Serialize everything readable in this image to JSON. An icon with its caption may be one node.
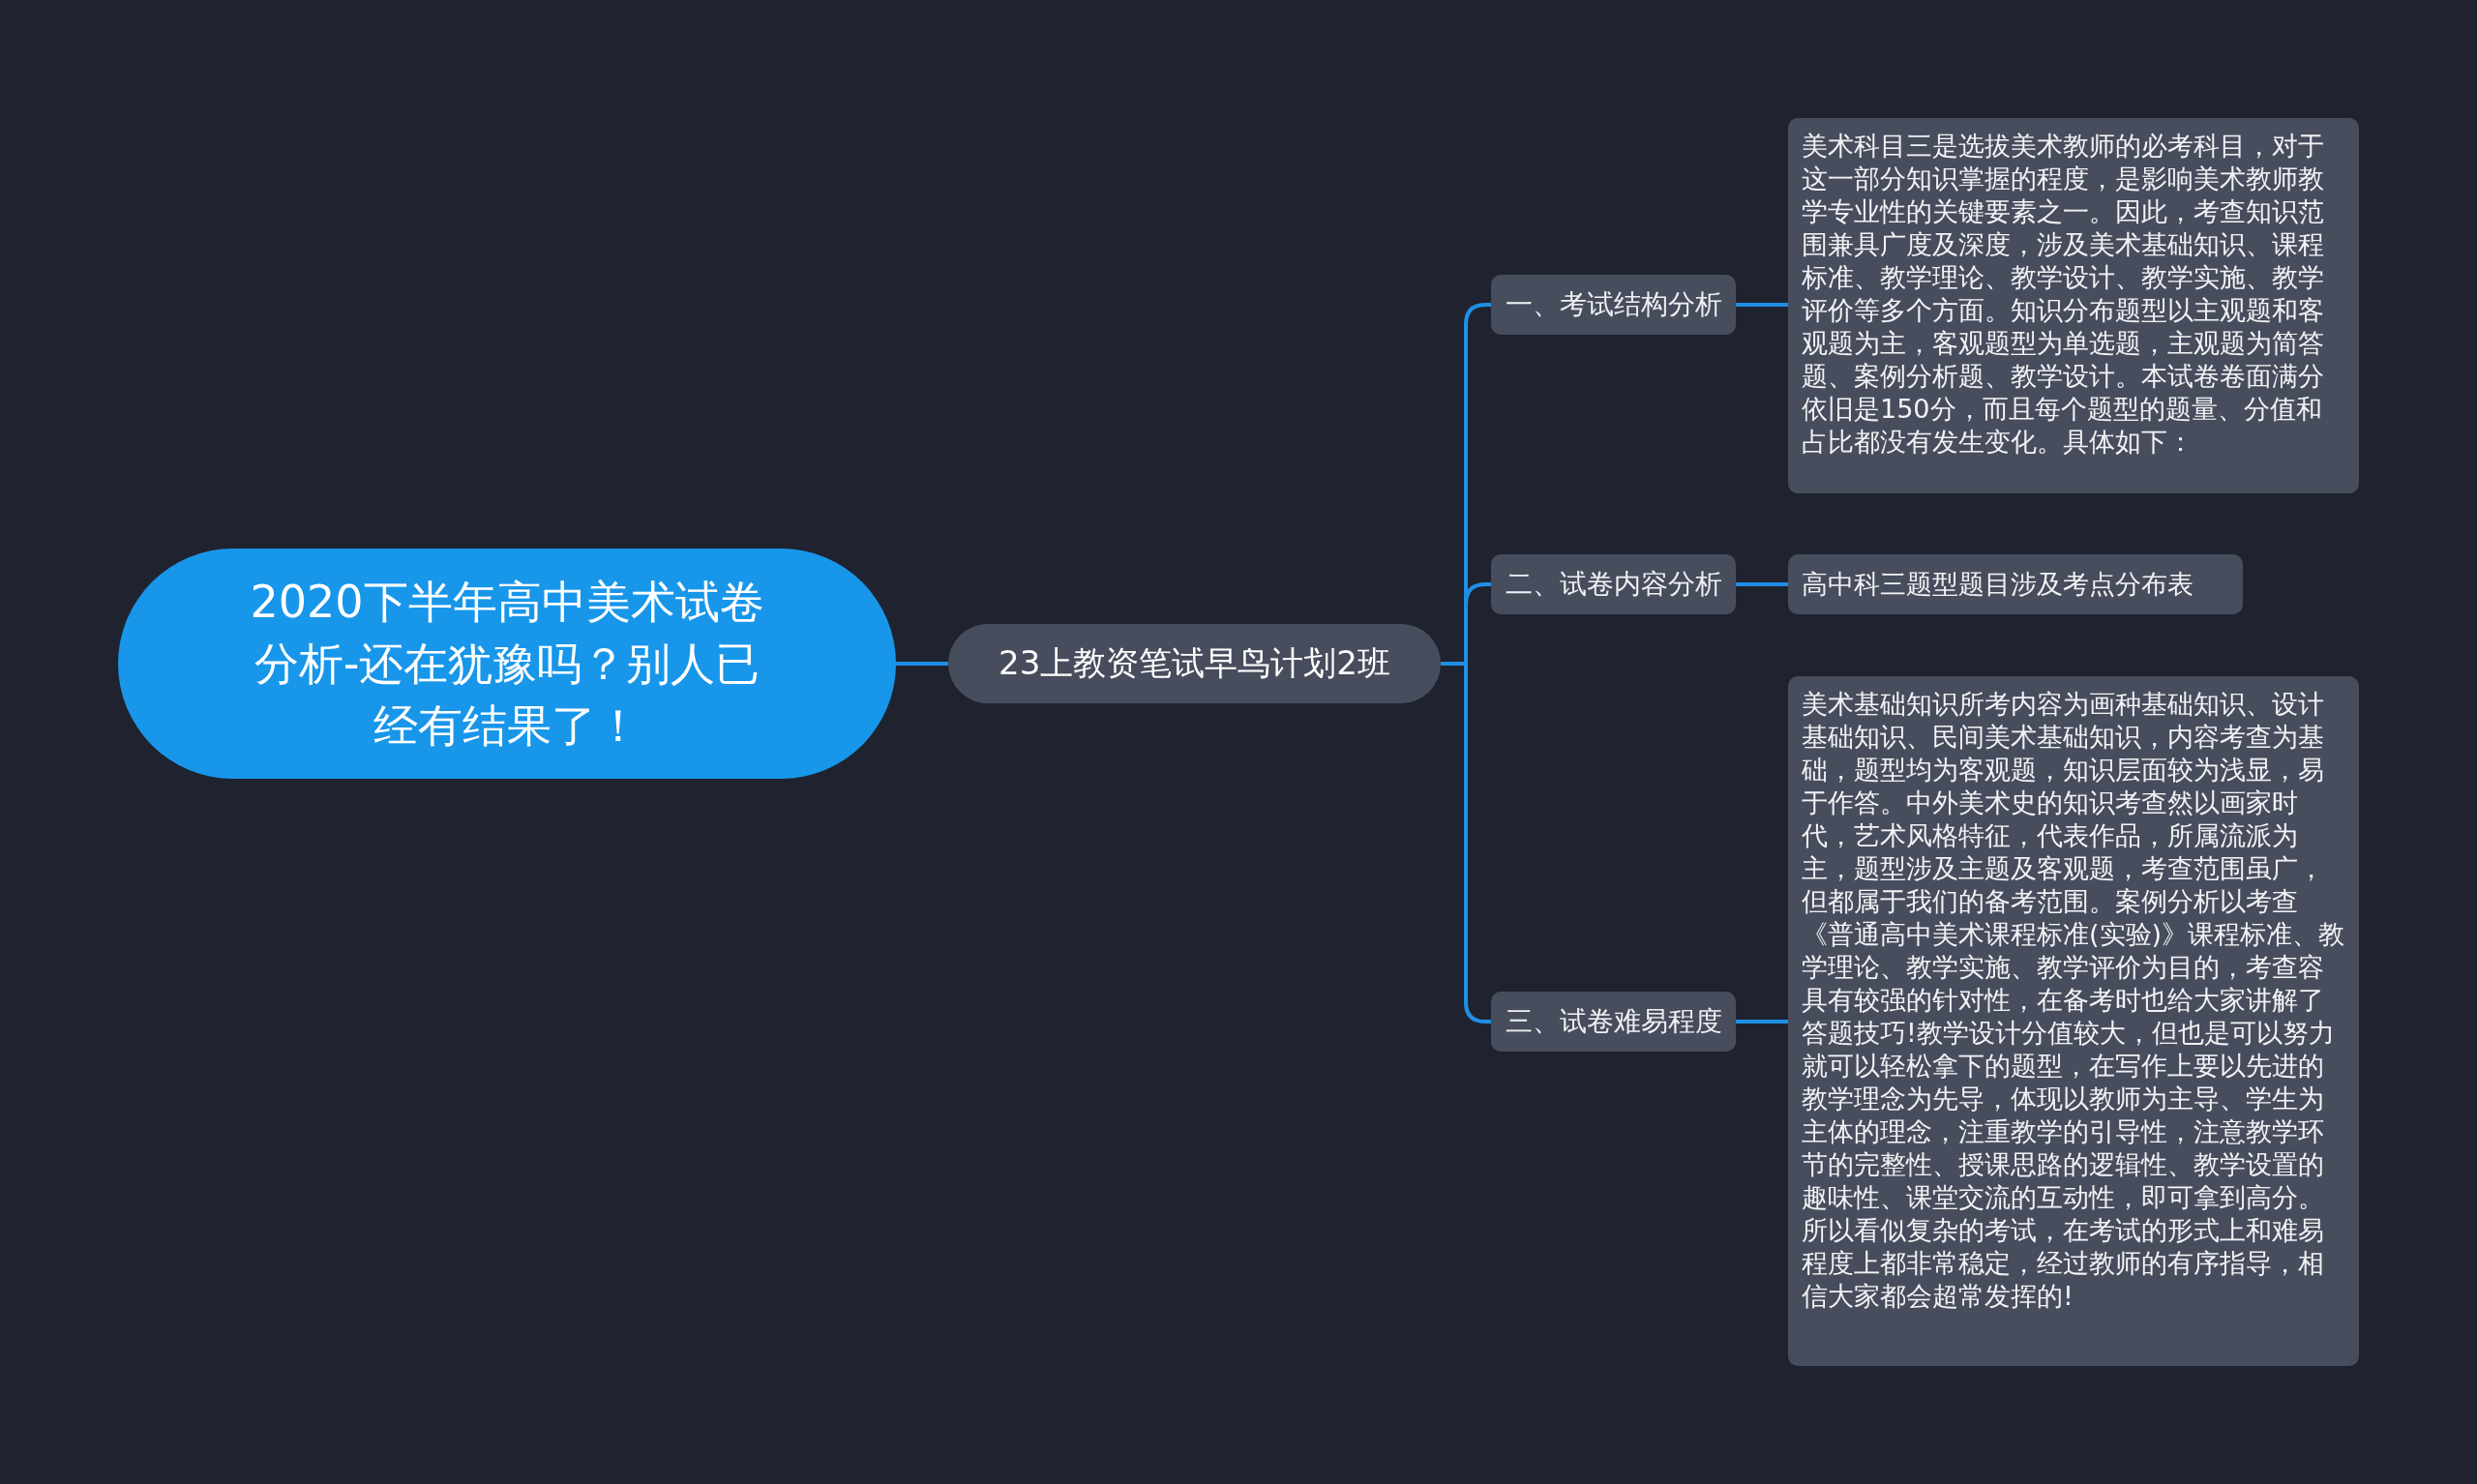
{
  "diagram": {
    "nodes": [
      {
        "text": [
          "2020下半年高中美术试卷分析-还在犹豫吗？别人已经有结果了！"
        ]
      },
      {
        "text": [
          "23上教资笔试早鸟计划2班"
        ]
      },
      {
        "text": [
          "一、考试结构分析"
        ]
      },
      {
        "text": [
          "二、试卷内容分析"
        ]
      },
      {
        "text": [
          "三、试卷难易程度"
        ]
      },
      {
        "text": [
          "美术科目三是选拔美术教师的必考科目，对于这一部分知识掌握的程度，是影响美术教师教学专业性的关键要素之一。因此，考查知识范围兼具广度及深度，涉及美术基础知识、课程标准、教学理论、教学设计、教学实施、教学评价等多个方面。知识分布题型以主观题和客观题为主，客观题型为单选题，主观题为简答题、案例分析题、教学设计。本试卷卷面满分依旧是150分，而且每个题型的题量、分值和占比都没有发生变化。具体如下："
        ]
      },
      {
        "text": [
          "高中科三题型题目涉及考点分布表"
        ]
      },
      {
        "text": [
          "美术基础知识所考内容为画种基础知识、设计基础知识、民间美术基础知识，内容考查为基础，题型均为客观题，知识层面较为浅显，易于作答。中外美术史的知识考查然以画家时代，艺术风格特征，代表作品，所属流派为主，题型涉及主题及客观题，考查范围虽广，但都属于我们的备考范围。案例分析以考查《普通高中美术课程标准(实验)》课程标准、教学理论、教学实施、教学评价为目的，考查容具有较强的针对性，在备考时也给大家讲解了答题技巧!教学设计分值较大，但也是可以努力就可以轻松拿下的题型，在写作上要以先进的教学理念为先导，体现以教师为主导、学生为主体的理念，注重教学的引导性，注意教学环节的完整性、授课思路的逻辑性、教学设置的趣味性、课堂交流的互动性，即可拿到高分。所以看似复杂的考试，在考试的形式上和难易程度上都非常稳定，经过教师的有序指导，相信大家都会超常发挥的!"
        ]
      }
    ],
    "edges": [
      {
        "from": 0,
        "to": 1,
        "arrow": "none"
      },
      {
        "from": 1,
        "to": 2,
        "arrow": "none"
      },
      {
        "from": 1,
        "to": 3,
        "arrow": "none"
      },
      {
        "from": 1,
        "to": 4,
        "arrow": "none"
      },
      {
        "from": 2,
        "to": 5,
        "arrow": "none"
      },
      {
        "from": 3,
        "to": 6,
        "arrow": "none"
      },
      {
        "from": 4,
        "to": 7,
        "arrow": "none"
      }
    ]
  }
}
